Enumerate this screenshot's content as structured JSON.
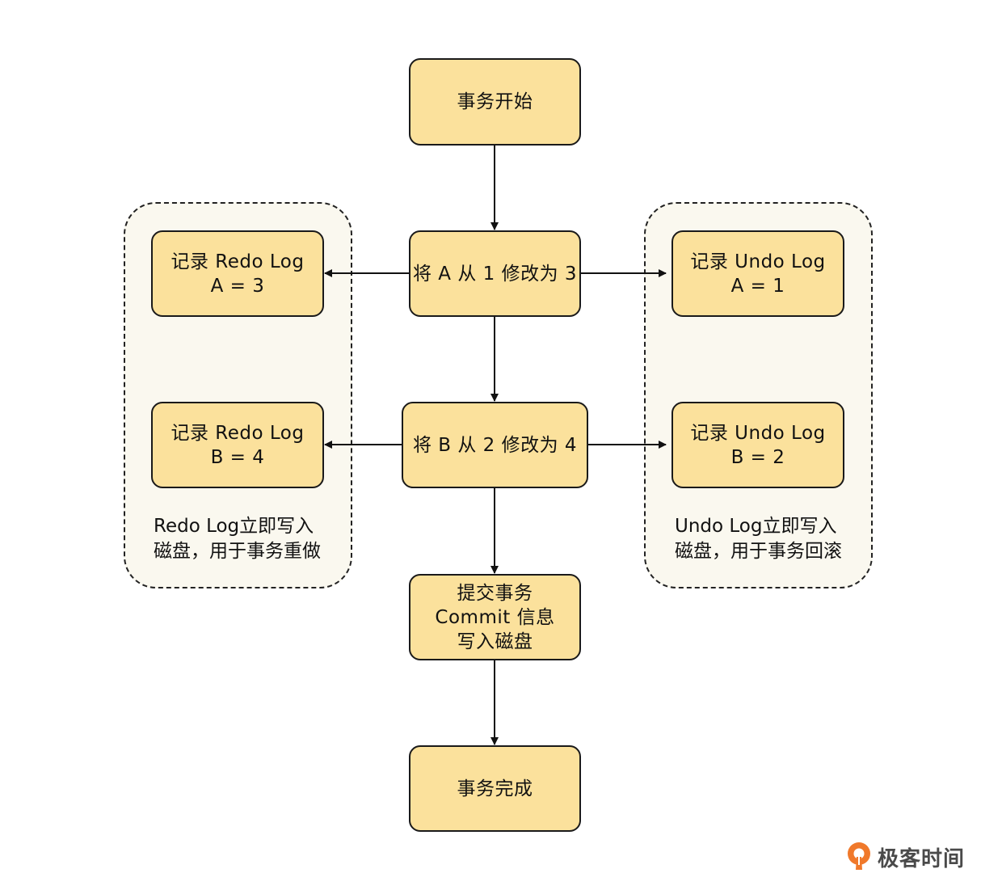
{
  "nodes": {
    "start": "事务开始",
    "modify_a": "将 A 从 1 修改为 3",
    "modify_b": "将 B 从 2 修改为 4",
    "redo_a": [
      "记录 Redo Log",
      "A = 3"
    ],
    "redo_b": [
      "记录 Redo Log",
      "B = 4"
    ],
    "undo_a": [
      "记录 Undo Log",
      "A = 1"
    ],
    "undo_b": [
      "记录 Undo Log",
      "B = 2"
    ],
    "commit": [
      "提交事务",
      "Commit 信息",
      "写入磁盘"
    ],
    "end": "事务完成"
  },
  "groups": {
    "redo_note": [
      "Redo Log立即写入",
      "磁盘，用于事务重做"
    ],
    "undo_note": [
      "Undo Log立即写入",
      "磁盘，用于事务回滚"
    ]
  },
  "logo": {
    "text": "极客时间",
    "color": "#f0792b"
  }
}
